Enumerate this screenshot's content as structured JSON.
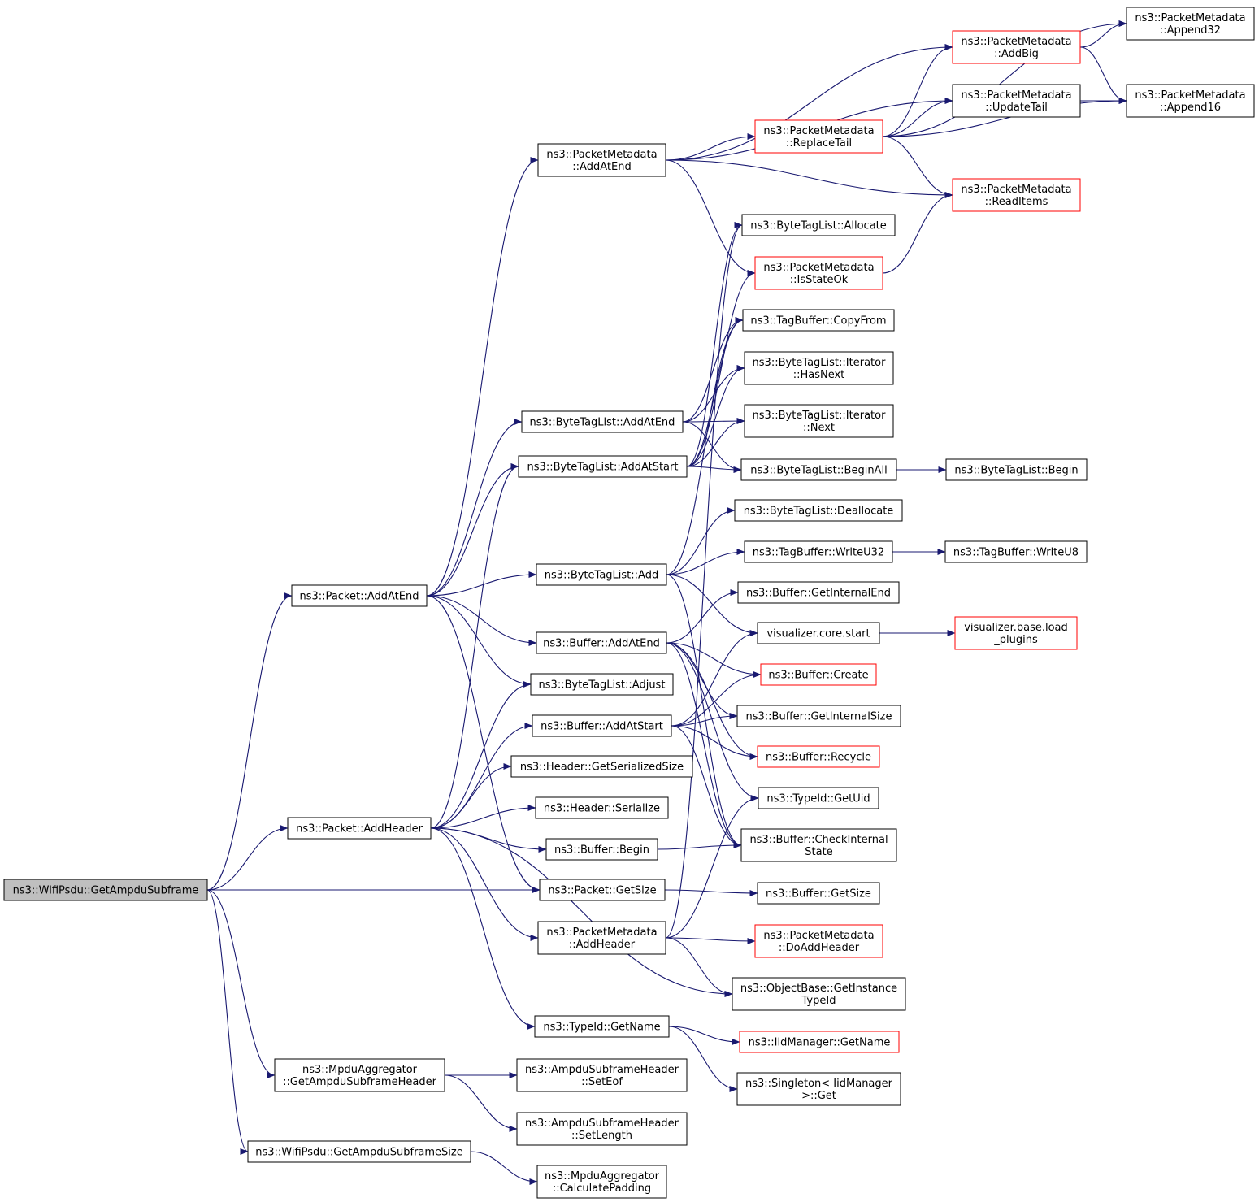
{
  "colors": {
    "edge": "#191970",
    "node_border": "#000000",
    "node_border_incomplete": "#ff0000",
    "root_fill": "#bfbfbf"
  },
  "nodes": {
    "wifi_get_ampdu_subframe": {
      "lines": [
        "ns3::WifiPsdu::GetAmpduSubframe"
      ],
      "style": "root"
    },
    "packet_add_at_end": {
      "lines": [
        "ns3::Packet::AddAtEnd"
      ]
    },
    "packet_add_header": {
      "lines": [
        "ns3::Packet::AddHeader"
      ]
    },
    "mpdu_get_header": {
      "lines": [
        "ns3::MpduAggregator",
        "::GetAmpduSubframeHeader"
      ]
    },
    "wifi_get_ampdu_subframe_size": {
      "lines": [
        "ns3::WifiPsdu::GetAmpduSubframeSize"
      ]
    },
    "pm_add_at_end": {
      "lines": [
        "ns3::PacketMetadata",
        "::AddAtEnd"
      ]
    },
    "btl_add_at_end": {
      "lines": [
        "ns3::ByteTagList::AddAtEnd"
      ]
    },
    "btl_add_at_start": {
      "lines": [
        "ns3::ByteTagList::AddAtStart"
      ]
    },
    "btl_add": {
      "lines": [
        "ns3::ByteTagList::Add"
      ]
    },
    "buf_add_at_end": {
      "lines": [
        "ns3::Buffer::AddAtEnd"
      ]
    },
    "btl_adjust": {
      "lines": [
        "ns3::ByteTagList::Adjust"
      ]
    },
    "buf_add_at_start": {
      "lines": [
        "ns3::Buffer::AddAtStart"
      ]
    },
    "hdr_get_serialized_size": {
      "lines": [
        "ns3::Header::GetSerializedSize"
      ]
    },
    "hdr_serialize": {
      "lines": [
        "ns3::Header::Serialize"
      ]
    },
    "buf_begin": {
      "lines": [
        "ns3::Buffer::Begin"
      ]
    },
    "packet_get_size": {
      "lines": [
        "ns3::Packet::GetSize"
      ]
    },
    "pm_add_header": {
      "lines": [
        "ns3::PacketMetadata",
        "::AddHeader"
      ]
    },
    "typeid_get_name": {
      "lines": [
        "ns3::TypeId::GetName"
      ]
    },
    "ash_set_eof": {
      "lines": [
        "ns3::AmpduSubframeHeader",
        "::SetEof"
      ]
    },
    "ash_set_length": {
      "lines": [
        "ns3::AmpduSubframeHeader",
        "::SetLength"
      ]
    },
    "mpdu_calc_padding": {
      "lines": [
        "ns3::MpduAggregator",
        "::CalculatePadding"
      ]
    },
    "pm_replace_tail": {
      "lines": [
        "ns3::PacketMetadata",
        "::ReplaceTail"
      ],
      "style": "red"
    },
    "btl_allocate": {
      "lines": [
        "ns3::ByteTagList::Allocate"
      ]
    },
    "pm_is_state_ok": {
      "lines": [
        "ns3::PacketMetadata",
        "::IsStateOk"
      ],
      "style": "red"
    },
    "tb_copy_from": {
      "lines": [
        "ns3::TagBuffer::CopyFrom"
      ]
    },
    "btl_iter_has_next": {
      "lines": [
        "ns3::ByteTagList::Iterator",
        "::HasNext"
      ]
    },
    "btl_iter_next": {
      "lines": [
        "ns3::ByteTagList::Iterator",
        "::Next"
      ]
    },
    "btl_begin_all": {
      "lines": [
        "ns3::ByteTagList::BeginAll"
      ]
    },
    "btl_deallocate": {
      "lines": [
        "ns3::ByteTagList::Deallocate"
      ]
    },
    "tb_write_u32": {
      "lines": [
        "ns3::TagBuffer::WriteU32"
      ]
    },
    "buf_get_internal_end": {
      "lines": [
        "ns3::Buffer::GetInternalEnd"
      ]
    },
    "vis_core_start": {
      "lines": [
        "visualizer.core.start"
      ]
    },
    "buf_create": {
      "lines": [
        "ns3::Buffer::Create"
      ],
      "style": "red"
    },
    "buf_get_internal_size": {
      "lines": [
        "ns3::Buffer::GetInternalSize"
      ]
    },
    "buf_recycle": {
      "lines": [
        "ns3::Buffer::Recycle"
      ],
      "style": "red"
    },
    "typeid_get_uid": {
      "lines": [
        "ns3::TypeId::GetUid"
      ]
    },
    "buf_check_internal_state": {
      "lines": [
        "ns3::Buffer::CheckInternal",
        "State"
      ]
    },
    "buf_get_size": {
      "lines": [
        "ns3::Buffer::GetSize"
      ]
    },
    "pm_do_add_header": {
      "lines": [
        "ns3::PacketMetadata",
        "::DoAddHeader"
      ],
      "style": "red"
    },
    "ob_get_instance_typeid": {
      "lines": [
        "ns3::ObjectBase::GetInstance",
        "TypeId"
      ]
    },
    "iid_get_name": {
      "lines": [
        "ns3::IidManager::GetName"
      ],
      "style": "red"
    },
    "singleton_get": {
      "lines": [
        "ns3::Singleton< IidManager",
        ">::Get"
      ]
    },
    "pm_add_big": {
      "lines": [
        "ns3::PacketMetadata",
        "::AddBig"
      ],
      "style": "red"
    },
    "pm_update_tail": {
      "lines": [
        "ns3::PacketMetadata",
        "::UpdateTail"
      ]
    },
    "pm_read_items": {
      "lines": [
        "ns3::PacketMetadata",
        "::ReadItems"
      ],
      "style": "red"
    },
    "btl_begin": {
      "lines": [
        "ns3::ByteTagList::Begin"
      ]
    },
    "tb_write_u8": {
      "lines": [
        "ns3::TagBuffer::WriteU8"
      ]
    },
    "vis_base_load_plugins": {
      "lines": [
        "visualizer.base.load",
        "_plugins"
      ],
      "style": "red"
    },
    "pm_append32": {
      "lines": [
        "ns3::PacketMetadata",
        "::Append32"
      ]
    },
    "pm_append16": {
      "lines": [
        "ns3::PacketMetadata",
        "::Append16"
      ]
    }
  },
  "edges": [
    [
      "wifi_get_ampdu_subframe",
      "packet_add_at_end"
    ],
    [
      "wifi_get_ampdu_subframe",
      "packet_add_header"
    ],
    [
      "wifi_get_ampdu_subframe",
      "packet_get_size"
    ],
    [
      "wifi_get_ampdu_subframe",
      "mpdu_get_header"
    ],
    [
      "wifi_get_ampdu_subframe",
      "wifi_get_ampdu_subframe_size"
    ],
    [
      "packet_add_at_end",
      "pm_add_at_end"
    ],
    [
      "packet_add_at_end",
      "btl_add_at_end"
    ],
    [
      "packet_add_at_end",
      "btl_add_at_start"
    ],
    [
      "packet_add_at_end",
      "btl_add"
    ],
    [
      "packet_add_at_end",
      "buf_add_at_end"
    ],
    [
      "packet_add_at_end",
      "btl_adjust"
    ],
    [
      "packet_add_at_end",
      "packet_get_size"
    ],
    [
      "packet_add_header",
      "btl_add_at_start"
    ],
    [
      "packet_add_header",
      "btl_adjust"
    ],
    [
      "packet_add_header",
      "buf_add_at_start"
    ],
    [
      "packet_add_header",
      "hdr_get_serialized_size"
    ],
    [
      "packet_add_header",
      "hdr_serialize"
    ],
    [
      "packet_add_header",
      "buf_begin"
    ],
    [
      "packet_add_header",
      "pm_add_header"
    ],
    [
      "packet_add_header",
      "typeid_get_name"
    ],
    [
      "packet_add_header",
      "ob_get_instance_typeid"
    ],
    [
      "mpdu_get_header",
      "ash_set_eof"
    ],
    [
      "mpdu_get_header",
      "ash_set_length"
    ],
    [
      "wifi_get_ampdu_subframe_size",
      "mpdu_calc_padding"
    ],
    [
      "pm_add_at_end",
      "pm_add_big"
    ],
    [
      "pm_add_at_end",
      "pm_update_tail"
    ],
    [
      "pm_add_at_end",
      "pm_replace_tail"
    ],
    [
      "pm_add_at_end",
      "pm_read_items"
    ],
    [
      "pm_add_at_end",
      "pm_is_state_ok"
    ],
    [
      "pm_replace_tail",
      "pm_append32"
    ],
    [
      "pm_replace_tail",
      "pm_add_big"
    ],
    [
      "pm_replace_tail",
      "pm_update_tail"
    ],
    [
      "pm_replace_tail",
      "pm_append16"
    ],
    [
      "pm_replace_tail",
      "pm_read_items"
    ],
    [
      "pm_add_big",
      "pm_append32"
    ],
    [
      "pm_add_big",
      "pm_append16"
    ],
    [
      "pm_update_tail",
      "pm_append16"
    ],
    [
      "pm_is_state_ok",
      "pm_read_items"
    ],
    [
      "btl_add_at_end",
      "tb_copy_from"
    ],
    [
      "btl_add_at_end",
      "btl_iter_has_next"
    ],
    [
      "btl_add_at_end",
      "btl_iter_next"
    ],
    [
      "btl_add_at_end",
      "btl_begin_all"
    ],
    [
      "btl_add_at_start",
      "btl_iter_has_next"
    ],
    [
      "btl_add_at_start",
      "btl_iter_next"
    ],
    [
      "btl_add_at_start",
      "btl_begin_all"
    ],
    [
      "btl_add_at_start",
      "tb_copy_from"
    ],
    [
      "btl_add_at_start",
      "btl_allocate"
    ],
    [
      "btl_add_at_start",
      "pm_is_state_ok"
    ],
    [
      "btl_begin_all",
      "btl_begin"
    ],
    [
      "btl_add",
      "btl_deallocate"
    ],
    [
      "btl_add",
      "tb_write_u32"
    ],
    [
      "btl_add",
      "vis_core_start"
    ],
    [
      "btl_add",
      "buf_check_internal_state"
    ],
    [
      "btl_add",
      "tb_copy_from"
    ],
    [
      "tb_write_u32",
      "tb_write_u8"
    ],
    [
      "buf_add_at_end",
      "buf_get_internal_end"
    ],
    [
      "buf_add_at_end",
      "buf_create"
    ],
    [
      "buf_add_at_end",
      "buf_get_internal_size"
    ],
    [
      "buf_add_at_end",
      "buf_recycle"
    ],
    [
      "buf_add_at_end",
      "typeid_get_uid"
    ],
    [
      "buf_add_at_end",
      "buf_check_internal_state"
    ],
    [
      "buf_add_at_start",
      "vis_core_start"
    ],
    [
      "buf_add_at_start",
      "buf_create"
    ],
    [
      "buf_add_at_start",
      "buf_get_internal_size"
    ],
    [
      "buf_add_at_start",
      "buf_recycle"
    ],
    [
      "buf_add_at_start",
      "buf_check_internal_state"
    ],
    [
      "vis_core_start",
      "vis_base_load_plugins"
    ],
    [
      "buf_begin",
      "buf_check_internal_state"
    ],
    [
      "packet_get_size",
      "buf_get_size"
    ],
    [
      "pm_add_header",
      "pm_do_add_header"
    ],
    [
      "pm_add_header",
      "ob_get_instance_typeid"
    ],
    [
      "pm_add_header",
      "typeid_get_uid"
    ],
    [
      "pm_add_header",
      "btl_allocate"
    ],
    [
      "typeid_get_name",
      "iid_get_name"
    ],
    [
      "typeid_get_name",
      "singleton_get"
    ]
  ]
}
